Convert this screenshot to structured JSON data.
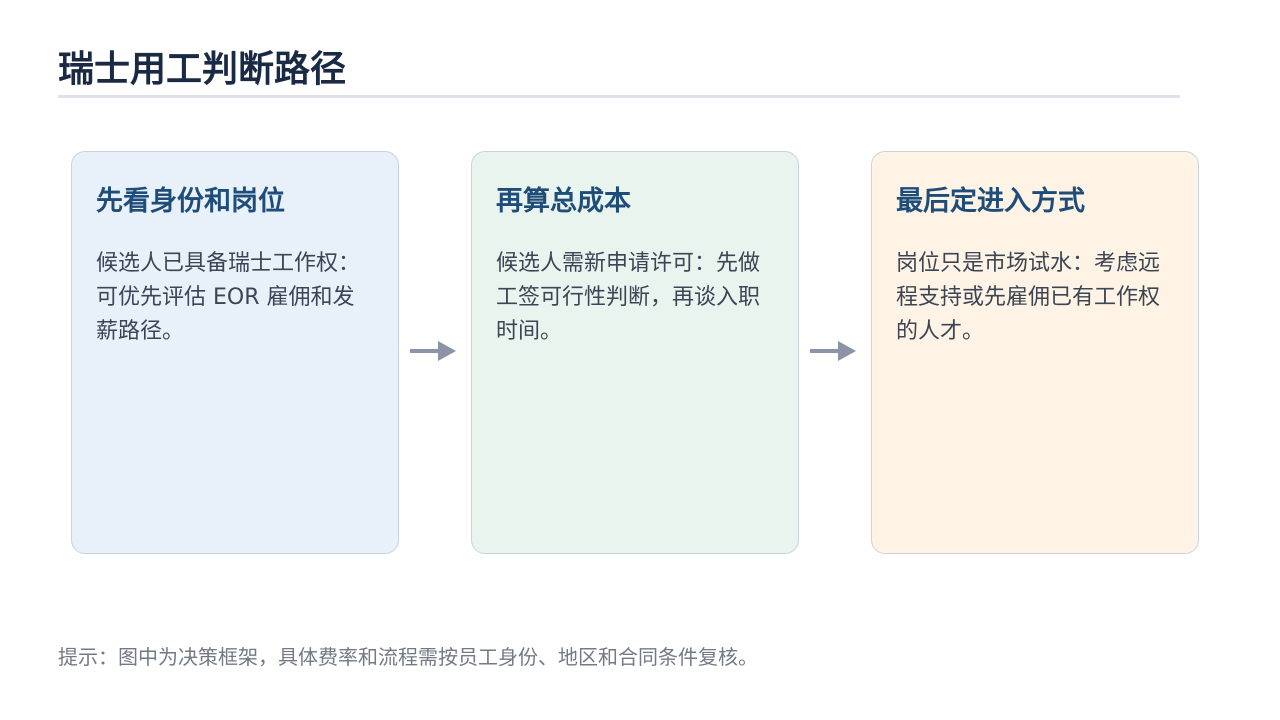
{
  "title": "瑞士用工判断路径",
  "steps": [
    {
      "title": "先看身份和岗位",
      "body": "候选人已具备瑞士工作权：可优先评估 EOR 雇佣和发薪路径。"
    },
    {
      "title": "再算总成本",
      "body": "候选人需新申请许可：先做工签可行性判断，再谈入职时间。"
    },
    {
      "title": "最后定进入方式",
      "body": "岗位只是市场试水：考虑远程支持或先雇佣已有工作权的人才。"
    }
  ],
  "note": "提示：图中为决策框架，具体费率和流程需按员工身份、地区和合同条件复核。",
  "colors": {
    "title": "#1a2a44",
    "card_title": "#1f4d7a",
    "card_1_bg": "#e8f0fa",
    "card_2_bg": "#e9f4ef",
    "card_3_bg": "#fef3e4",
    "arrow": "#8a94a6"
  },
  "icons": [
    "arrow-right-icon",
    "arrow-right-icon"
  ]
}
